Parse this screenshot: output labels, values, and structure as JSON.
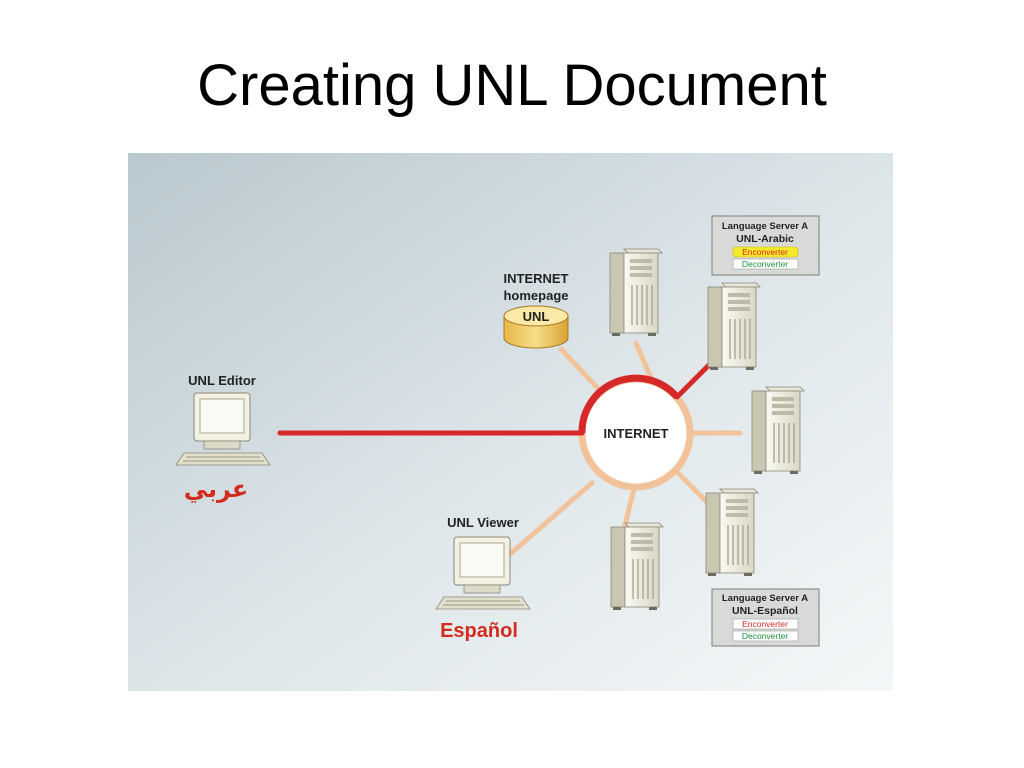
{
  "title": "Creating UNL Document",
  "diagram": {
    "hub_label": "INTERNET",
    "homepage": {
      "line1": "INTERNET",
      "line2": "homepage",
      "disk_label": "UNL"
    },
    "editor": {
      "label": "UNL Editor",
      "language": "عربي"
    },
    "viewer": {
      "label": "UNL Viewer",
      "language": "Español"
    },
    "server_arabic": {
      "title": "Language Server A",
      "name": "UNL-Arabic",
      "enconverter": "Enconverter",
      "deconverter": "Deconverter"
    },
    "server_espanol": {
      "title": "Language Server A",
      "name": "UNL-Español",
      "enconverter": "Enconverter",
      "deconverter": "Deconverter"
    },
    "colors": {
      "active_link": "#d62828",
      "inactive_link": "#f2c39a",
      "language_text": "#d32b1e",
      "enconverter_highlight": "#f5ea2a",
      "enconverter_text": "#d62828",
      "deconverter_text": "#1a8f3c"
    }
  }
}
